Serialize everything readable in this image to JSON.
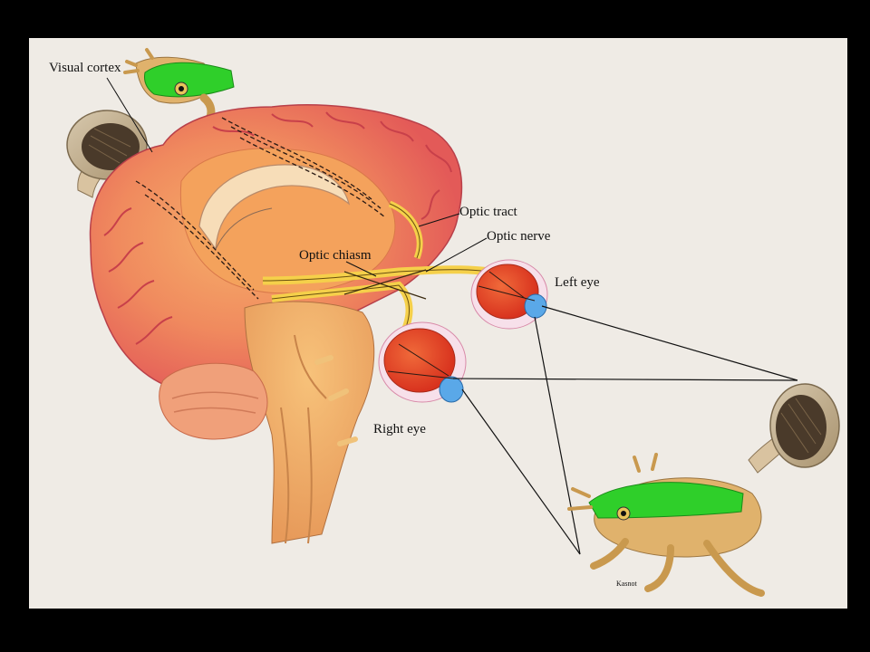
{
  "labels": {
    "visual_cortex": "Visual cortex",
    "optic_tract": "Optic tract",
    "optic_nerve": "Optic nerve",
    "optic_chiasm": "Optic chiasm",
    "left_eye": "Left eye",
    "right_eye": "Right eye"
  },
  "signature": "Kasnot",
  "colors": {
    "background": "#000000",
    "paper": "#efebe5",
    "brain_cortex": "#e8615a",
    "brain_inner": "#f4a25c",
    "optic_pathway": "#f5d04a",
    "frog_green": "#2fcf2a",
    "frog_body": "#e0b26c",
    "eye_red": "#e8452a",
    "lens_blue": "#5aa8e8",
    "mushroom_cap": "#c9b79a",
    "mushroom_gills": "#4a3a2a"
  }
}
